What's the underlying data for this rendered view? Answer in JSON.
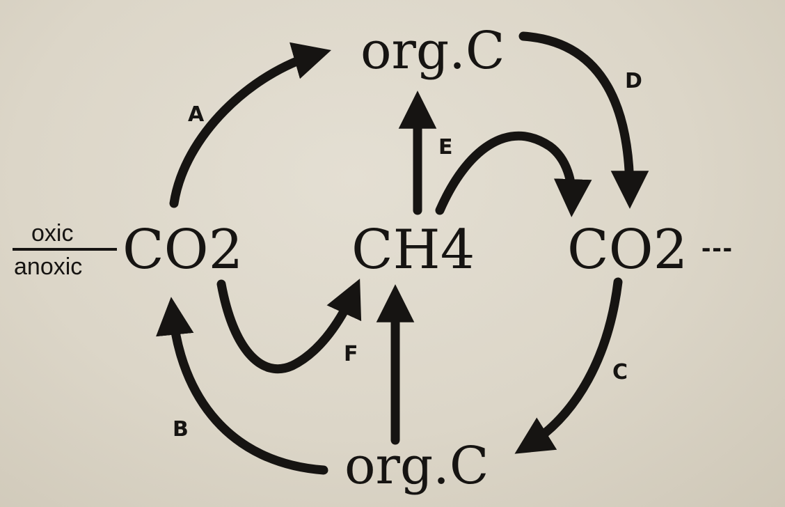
{
  "nodes": {
    "org_c_top": "org.C",
    "co2_left": "CO2",
    "ch4": "CH4",
    "co2_right": "CO2",
    "org_c_bottom": "org.C"
  },
  "zone_labels": {
    "oxic": "oxic",
    "anoxic": "anoxic",
    "boundary_dashes": "---"
  },
  "arrow_labels": {
    "a": "A",
    "b": "B",
    "c": "C",
    "d": "D",
    "e": "E",
    "f": "F"
  },
  "colors": {
    "ink": "#161412",
    "paper": "#dcd6c8"
  }
}
